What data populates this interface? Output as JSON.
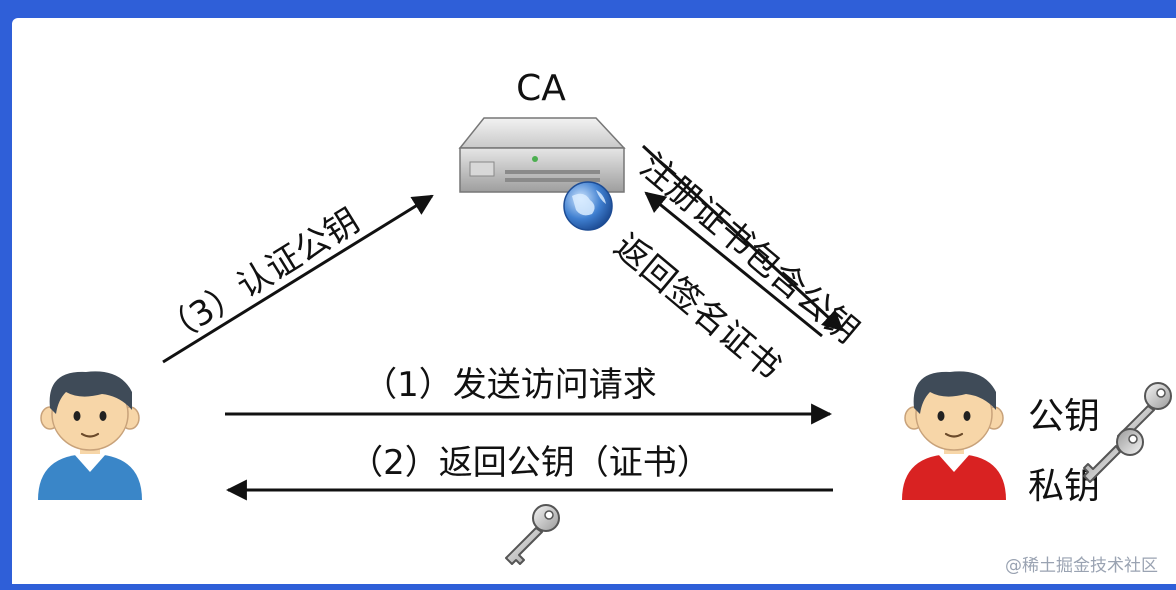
{
  "ca_label": "CA",
  "arrow_labels": {
    "send_request": "（1）发送访问请求",
    "return_pubkey": "（2）返回公钥（证书）",
    "verify_pubkey": "（3）认证公钥",
    "register_cert": "注册证书包含公钥",
    "return_signed_cert": "返回签名证书"
  },
  "key_labels": {
    "public_key": "公钥",
    "private_key": "私钥"
  },
  "watermark": "@稀土掘金技术社区",
  "colors": {
    "frame_border": "#2f5fd8",
    "client_shirt": "#3a86c8",
    "server_shirt": "#d92222",
    "skin": "#f7d6a8",
    "hair": "#3f4b58"
  },
  "icons": {
    "ca": "server-icon",
    "globe": "globe-icon",
    "client": "user-blue-icon",
    "server": "user-red-icon",
    "key": "key-icon"
  }
}
